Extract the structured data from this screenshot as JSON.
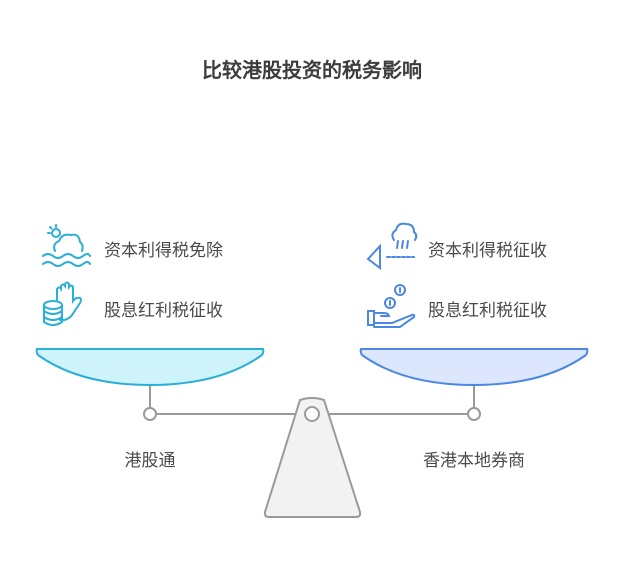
{
  "title": "比较港股投资的税务影响",
  "left": {
    "label": "港股通",
    "items": [
      {
        "text": "资本利得税免除",
        "icon": "sun-cloud-waves-icon"
      },
      {
        "text": "股息红利税征收",
        "icon": "hand-coins-icon"
      }
    ],
    "colors": {
      "stroke": "#2aafd8",
      "fill": "#cff3fb"
    }
  },
  "right": {
    "label": "香港本地券商",
    "items": [
      {
        "text": "资本利得税征收",
        "icon": "rain-cloud-icon"
      },
      {
        "text": "股息红利税征收",
        "icon": "hand-receiving-coins-icon"
      }
    ],
    "colors": {
      "stroke": "#4b87e4",
      "fill": "#dce6fd"
    }
  }
}
